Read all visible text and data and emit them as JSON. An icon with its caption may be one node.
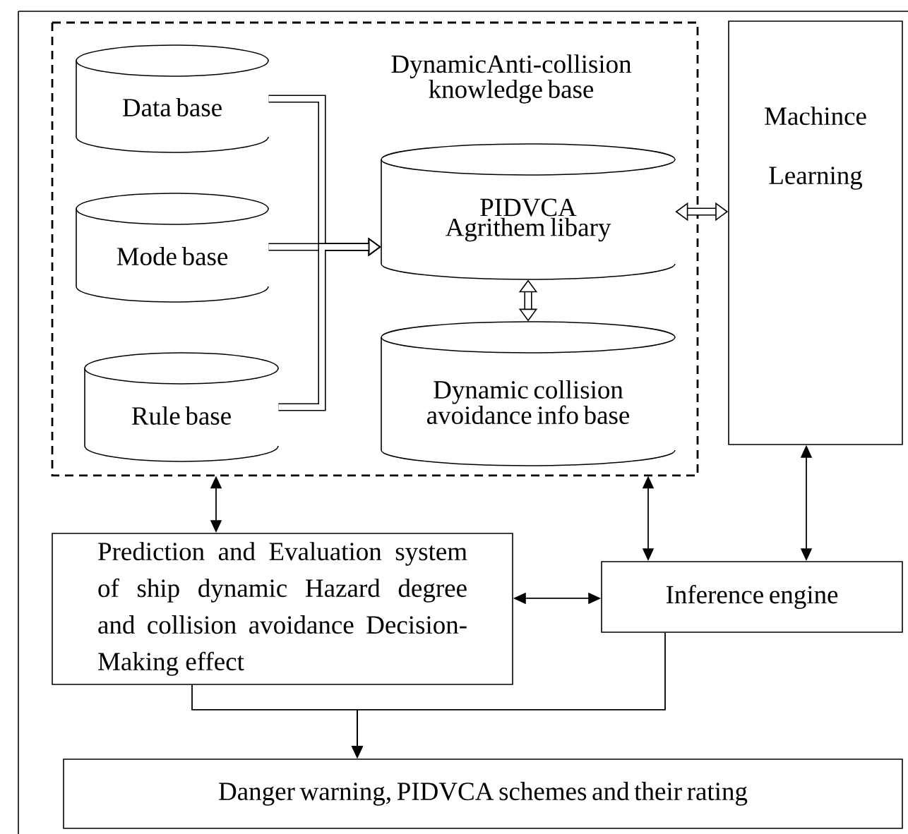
{
  "diagram": {
    "nodes": [
      {
        "text": [
          "DynamicAnti-collision knowledge base"
        ]
      },
      {
        "text": [
          "Data base"
        ],
        "in": 0
      },
      {
        "text": [
          "Mode base"
        ],
        "in": 0
      },
      {
        "text": [
          "Rule base"
        ],
        "in": 0
      },
      {
        "text": [
          "PIDVCA",
          "Agrithem libary"
        ],
        "in": 0
      },
      {
        "text": [
          "Dynamic collision avoidance info base"
        ],
        "in": 0
      },
      {
        "text": [
          "Machince Learning"
        ]
      },
      {
        "text": [
          "Prediction and Evaluation system of ship dynamic Hazard degree and collision avoidance Decision-Making effect"
        ]
      },
      {
        "text": [
          "Inference engine"
        ]
      },
      {
        "text": [
          "Danger warning, PIDVCA schemes and their rating"
        ]
      }
    ],
    "edges": [
      {
        "from": 1,
        "to": 4,
        "arrow": "to",
        "style": "thick"
      },
      {
        "from": 2,
        "to": 4,
        "arrow": "to",
        "style": "thick"
      },
      {
        "from": 3,
        "to": 4,
        "arrow": "to",
        "style": "thick"
      },
      {
        "from": 4,
        "to": 5,
        "arrow": "both",
        "style": "thick"
      },
      {
        "from": 4,
        "to": 6,
        "arrow": "both",
        "style": "thick"
      },
      {
        "from": 0,
        "to": 7,
        "arrow": "both"
      },
      {
        "from": 0,
        "to": 8,
        "arrow": "both"
      },
      {
        "from": 6,
        "to": 8,
        "arrow": "both"
      },
      {
        "from": 7,
        "to": 8,
        "arrow": "both"
      },
      {
        "from": 7,
        "to": 9,
        "arrow": "to"
      },
      {
        "from": 8,
        "to": 9,
        "arrow": "to"
      }
    ]
  }
}
